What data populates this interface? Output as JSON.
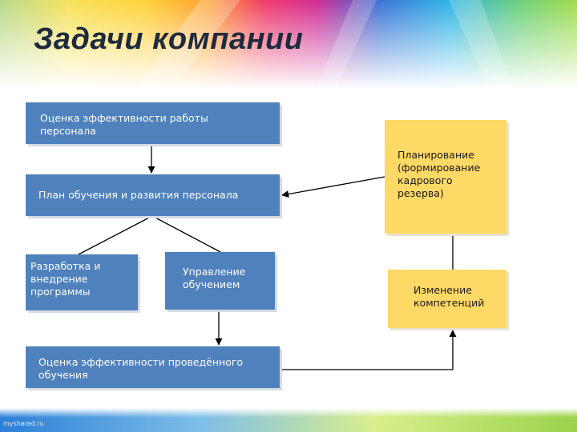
{
  "title": "Задачи компании",
  "boxes": {
    "eval_staff": "Оценка эффективности работы\nперсонала",
    "training_plan": "План обучения и развития персонала",
    "dev_program": "Разработка и\nвнедрение\nпрограммы",
    "training_mgmt": "Управление\nобучением",
    "eval_training": "Оценка эффективности проведённого\nобучения",
    "planning": "Планирование\n(формирование\nкадрового\nрезерва)",
    "competence": "Изменение\nкомпетенций"
  },
  "footer": "myshared.ru",
  "colors": {
    "box_blue": "#4f81bd",
    "box_yellow": "#ffd966",
    "connector": "#000000",
    "title": "#1f2a3c"
  }
}
